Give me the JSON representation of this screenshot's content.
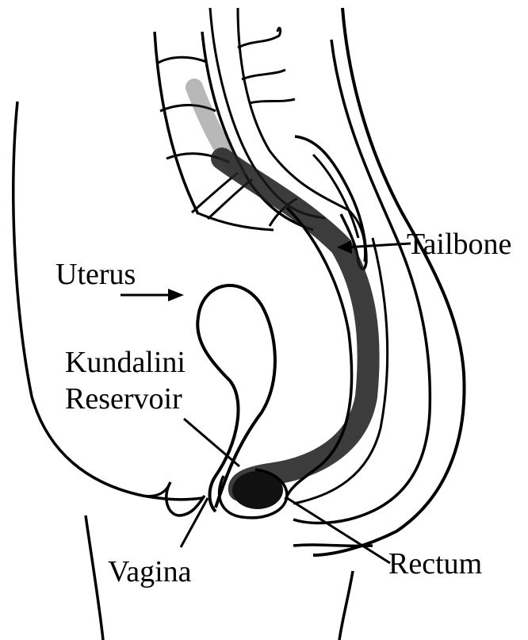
{
  "labels": {
    "uterus": "Uterus",
    "tailbone": "Tailbone",
    "kundalini_line1": "Kundalini",
    "kundalini_line2": "Reservoir",
    "vagina": "Vagina",
    "rectum": "Rectum"
  },
  "colors": {
    "ink": "#000000",
    "background": "#ffffff",
    "shading": "#1a1a1a"
  }
}
